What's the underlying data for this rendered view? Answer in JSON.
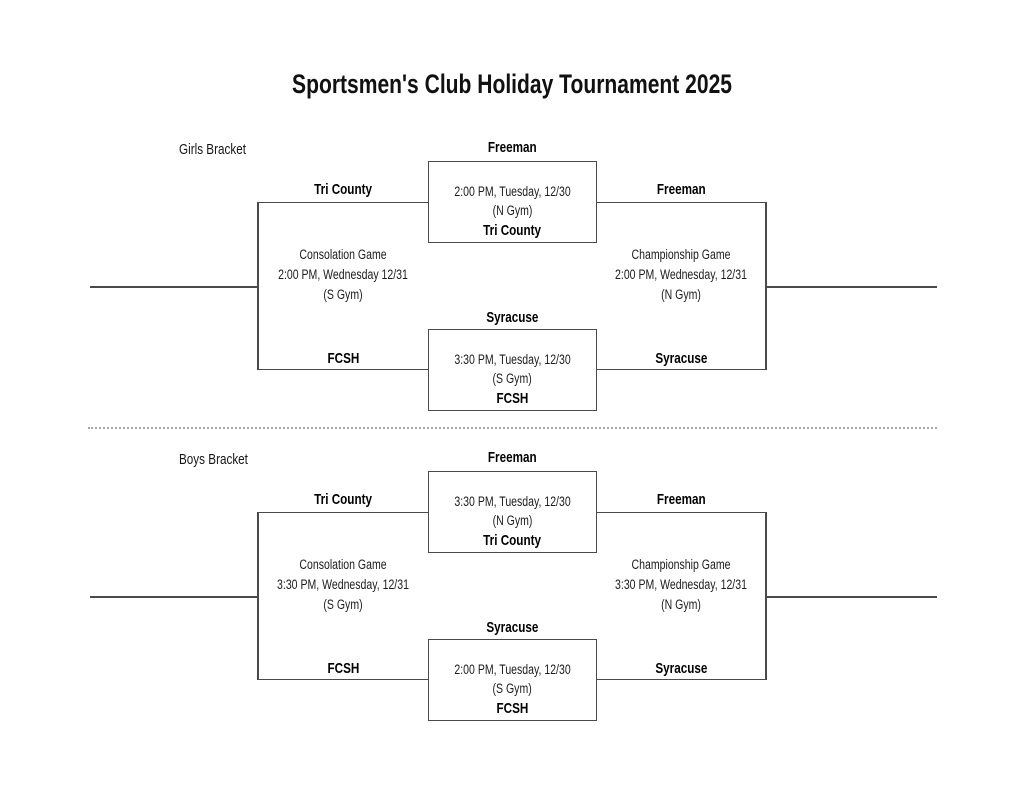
{
  "title": "Sportsmen's Club Holiday Tournament 2025",
  "colors": {
    "line": "#4a4a4a",
    "text": "#1c1c1c",
    "bold_text": "#000000",
    "divider_dots": "#a8a8a8",
    "background": "#ffffff"
  },
  "girls": {
    "label": "Girls Bracket",
    "semifinal1": {
      "top_team": "Freeman",
      "time": "2:00 PM, Tuesday, 12/30",
      "location": "(N Gym)",
      "bottom_team": "Tri County"
    },
    "semifinal2": {
      "top_team": "Syracuse",
      "time": "3:30 PM, Tuesday, 12/30",
      "location": "(S Gym)",
      "bottom_team": "FCSH"
    },
    "consolation": {
      "title": "Consolation Game",
      "time": "2:00 PM, Wednesday 12/31",
      "location": "(S Gym)",
      "top_team": "Tri County",
      "bottom_team": "FCSH"
    },
    "championship": {
      "title": "Championship Game",
      "time": "2:00 PM, Wednesday, 12/31",
      "location": "(N Gym)",
      "top_team": "Freeman",
      "bottom_team": "Syracuse"
    }
  },
  "boys": {
    "label": "Boys Bracket",
    "semifinal1": {
      "top_team": "Freeman",
      "time": "3:30 PM, Tuesday, 12/30",
      "location": "(N Gym)",
      "bottom_team": "Tri County"
    },
    "semifinal2": {
      "top_team": "Syracuse",
      "time": "2:00 PM, Tuesday, 12/30",
      "location": "(S Gym)",
      "bottom_team": "FCSH"
    },
    "consolation": {
      "title": "Consolation Game",
      "time": "3:30 PM, Wednesday, 12/31",
      "location": "(S Gym)",
      "top_team": "Tri County",
      "bottom_team": "FCSH"
    },
    "championship": {
      "title": "Championship Game",
      "time": "3:30 PM, Wednesday, 12/31",
      "location": "(N Gym)",
      "top_team": "Freeman",
      "bottom_team": "Syracuse"
    }
  }
}
